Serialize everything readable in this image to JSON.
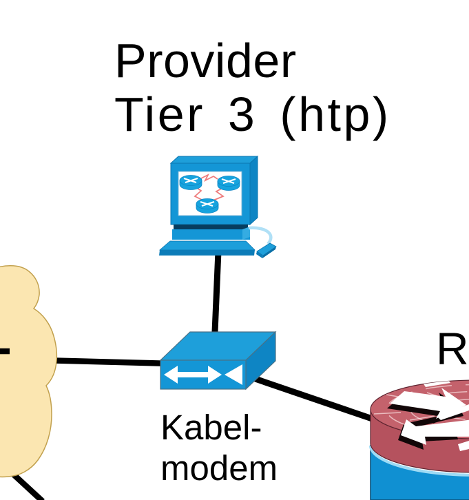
{
  "title_line1": "Provider",
  "title_line2": "Tier 3 (htp)",
  "modem_label_line1": "Kabel-",
  "modem_label_line2": "modem",
  "router_label": "R",
  "colors": {
    "device_blue": "#1496D6",
    "device_blue_light": "#1E9FDA",
    "device_blue_dark": "#0E85C4",
    "screen_white": "#FFFFFF",
    "zigzag_red": "#EE7C7C",
    "cable_light_blue": "#B0E0F6",
    "cloud_fill": "#FBE6B1",
    "cloud_stroke": "#C2A14E",
    "router_cap_red": "#C4626C",
    "router_ring_red": "#B5525E",
    "router_body_blue": "#1090D2",
    "link_black": "#000000"
  }
}
